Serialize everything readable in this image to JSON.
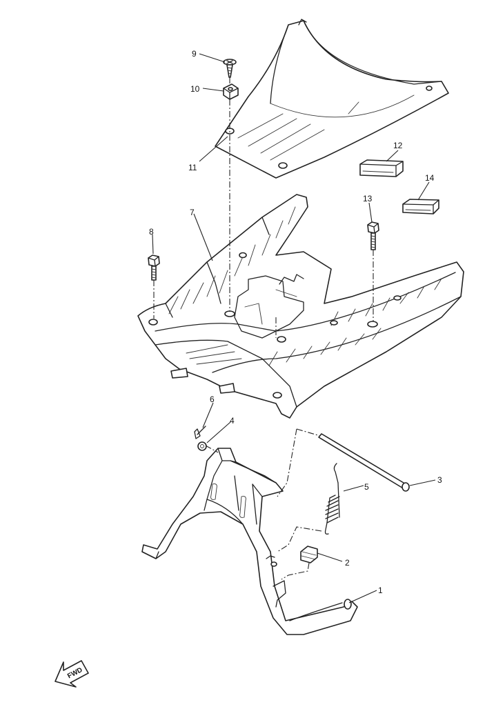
{
  "callouts": [
    {
      "id": "c1",
      "label": "1"
    },
    {
      "id": "c2",
      "label": "2"
    },
    {
      "id": "c3",
      "label": "3"
    },
    {
      "id": "c4",
      "label": "4"
    },
    {
      "id": "c5",
      "label": "5"
    },
    {
      "id": "c6",
      "label": "6"
    },
    {
      "id": "c7",
      "label": "7"
    },
    {
      "id": "c8",
      "label": "8"
    },
    {
      "id": "c9",
      "label": "9"
    },
    {
      "id": "c10",
      "label": "10"
    },
    {
      "id": "c11",
      "label": "11"
    },
    {
      "id": "c12",
      "label": "12"
    },
    {
      "id": "c13",
      "label": "13"
    },
    {
      "id": "c14",
      "label": "14"
    }
  ],
  "direction_marker": {
    "label": "FWD"
  }
}
